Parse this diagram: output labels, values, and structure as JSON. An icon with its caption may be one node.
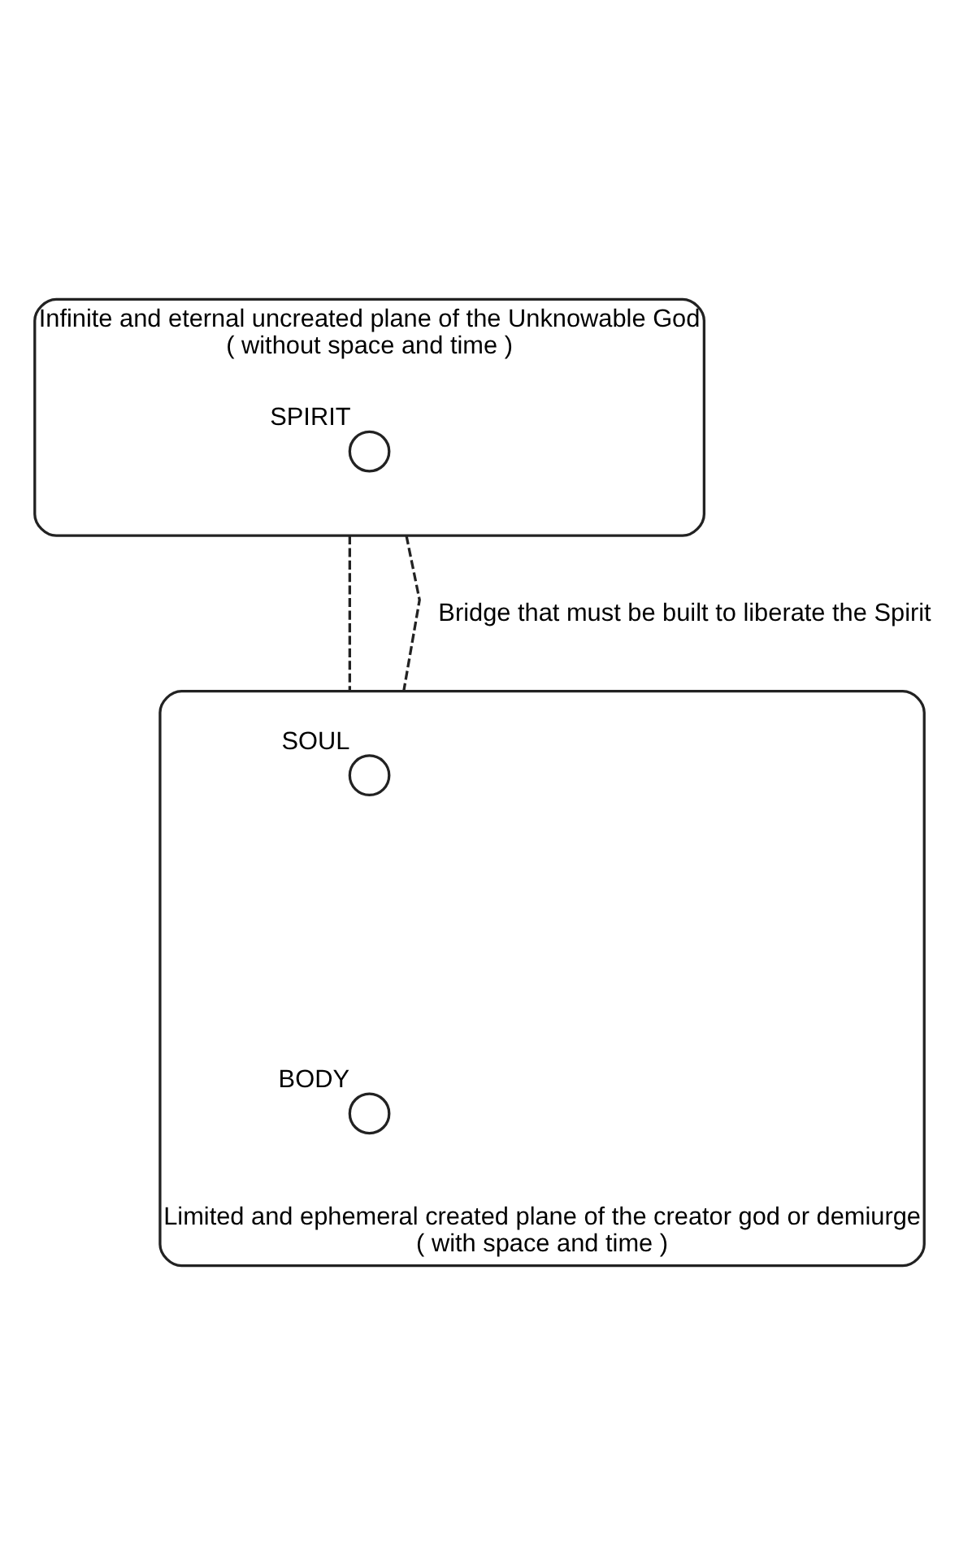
{
  "diagram": {
    "nodes": [
      {
        "text": [
          "Infinite and eternal uncreated plane of the Unknowable God ( without space and time )"
        ]
      },
      {
        "text": [],
        "shape": "circle",
        "beside": [
          "SPIRIT"
        ],
        "in": 0
      },
      {
        "text": [
          "Limited and ephemeral created plane of the creator god or demiurge ( with space and time )"
        ]
      },
      {
        "text": [],
        "shape": "circle",
        "beside": [
          "SOUL"
        ],
        "in": 2
      },
      {
        "text": [],
        "shape": "circle",
        "beside": [
          "BODY"
        ],
        "in": 2
      }
    ],
    "edges": [
      {
        "from": 0,
        "to": 2,
        "arrow": "none",
        "style": "dashed",
        "label": "Bridge that must be built to liberate the Spirit"
      },
      {
        "from": 0,
        "to": 2,
        "arrow": "none",
        "style": "dashed"
      }
    ]
  }
}
